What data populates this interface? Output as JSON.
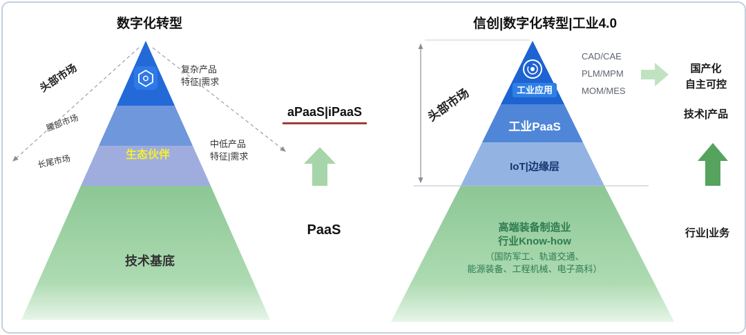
{
  "panel": {
    "left": {
      "title": "数字化转型",
      "markets": [
        "头部市场",
        "腰部市场",
        "长尾市场"
      ],
      "partner_label": "生态伙伴",
      "base_label": "技术基底",
      "demand_top": [
        "复杂产品",
        "特征|需求"
      ],
      "demand_mid": [
        "中低产品",
        "特征|需求"
      ]
    },
    "middle": {
      "apaas_label": "aPaaS|iPaaS",
      "paas_label": "PaaS"
    },
    "right": {
      "title": "信创|数字化转型|工业4.0",
      "market_label": "头部市场",
      "layer_app": "工业应用",
      "layer_paas": "工业PaaS",
      "layer_iot": "IoT|边缘层",
      "green_lines": [
        "高端装备制造业",
        "行业Know-how",
        "（国防军工、轨道交通、",
        "能源装备、工程机械、电子高科）"
      ],
      "tech_stack": [
        "CAD/CAE",
        "PLM/MPM",
        "MOM/MES"
      ],
      "localization": [
        "国产化",
        "自主可控"
      ],
      "tech_product": "技术|产品",
      "industry_business": "行业|业务"
    },
    "icons": {
      "left_logo": "hexagon-logo",
      "right_logo": "circular-target-logo",
      "arrows": [
        "up-arrow-light-green",
        "up-arrow-dark-green",
        "right-arrow-light-green"
      ]
    },
    "colors": {
      "pyramid_top_blue": "#1e63d2",
      "pyramid_mid_blue": "#4f86d8",
      "pyramid_light_blue": "#93b3e3",
      "pyramid_green": "#8cc795",
      "arrow_light_green": "#a6d5a9",
      "arrow_dark_green": "#55a35d",
      "arrow_pale_green": "#bfe3c0",
      "partner_yellow": "#f6ef2f",
      "underline_red": "#a23b3b",
      "badge_blue": "#2f80e6",
      "green_text": "#2e7b50"
    }
  }
}
